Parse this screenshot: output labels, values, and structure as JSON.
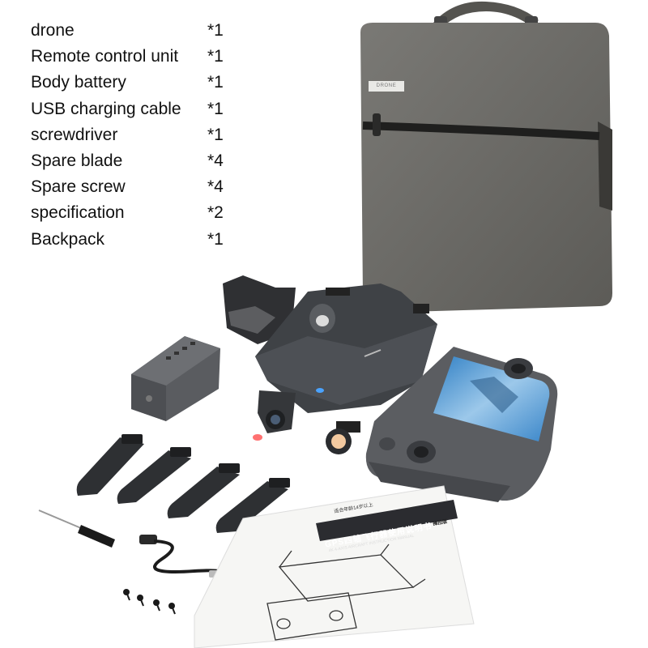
{
  "package_list": [
    {
      "name": "drone",
      "qty": "*1"
    },
    {
      "name": "Remote control unit",
      "qty": "*1"
    },
    {
      "name": "Body battery",
      "qty": "*1"
    },
    {
      "name": "USB charging cable",
      "qty": "*1"
    },
    {
      "name": "screwdriver",
      "qty": "*1"
    },
    {
      "name": "Spare blade",
      "qty": "*4"
    },
    {
      "name": "Spare screw",
      "qty": "*4"
    },
    {
      "name": "specification",
      "qty": "*2"
    },
    {
      "name": "Backpack",
      "qty": "*1"
    }
  ],
  "bag": {
    "tag_text": "DRONE",
    "color": "#6b6a66"
  },
  "manual": {
    "top_text": "适合年龄14岁以上",
    "title": "GPS四轴飞行器使用说明书",
    "subtitle": "4K 4-AXIS AIRCRAFT INSTRUCTION MANUAL",
    "version": "操控版"
  },
  "colors": {
    "drone_body": "#4a4d52",
    "blade": "#2e3033",
    "screen": "#4a9bd8"
  }
}
